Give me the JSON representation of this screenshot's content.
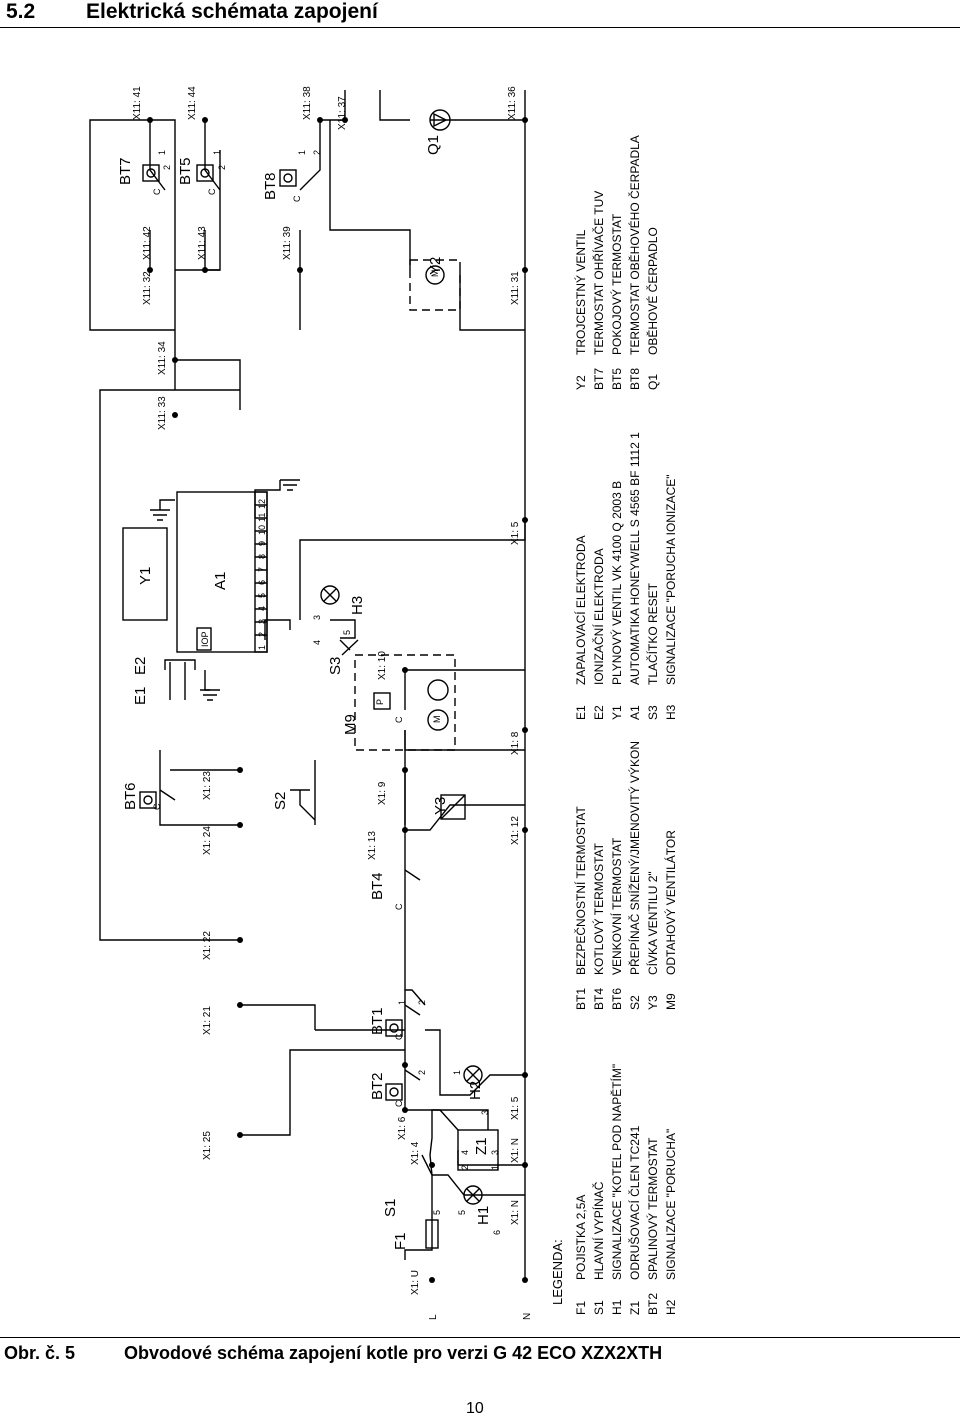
{
  "header": {
    "section_number": "5.2",
    "section_title": "Elektrická schémata zapojení"
  },
  "legend_title": "LEGENDA:",
  "legend": {
    "col1": [
      {
        "code": "F1",
        "text": "POJISTKA 2,5A"
      },
      {
        "code": "S1",
        "text": "HLAVNÍ VYPÍNAČ"
      },
      {
        "code": "H1",
        "text": "SIGNALIZACE \"KOTEL POD NAPĚTÍM\""
      },
      {
        "code": "Z1",
        "text": "ODRUŠOVACÍ ČLEN TC241"
      },
      {
        "code": "BT2",
        "text": "SPALINOVÝ TERMOSTAT"
      },
      {
        "code": "H2",
        "text": "SIGNALIZACE \"PORUCHA\""
      }
    ],
    "col2": [
      {
        "code": "BT1",
        "text": "BEZPEČNOSTNÍ TERMOSTAT"
      },
      {
        "code": "BT4",
        "text": "KOTLOVÝ TERMOSTAT"
      },
      {
        "code": "BT6",
        "text": "VENKOVNÍ TERMOSTAT"
      },
      {
        "code": "S2",
        "text": "PŘEPÍNAČ SNÍŽENÝ/JMENOVITÝ VÝKON"
      },
      {
        "code": "Y3",
        "text": "CÍVKA VENTILU 2\""
      },
      {
        "code": "M9",
        "text": "ODTAHOVÝ VENTILÁTOR"
      }
    ],
    "col3": [
      {
        "code": "E1",
        "text": "ZAPALOVACÍ ELEKTRODA"
      },
      {
        "code": "E2",
        "text": "IONIZAČNÍ ELEKTRODA"
      },
      {
        "code": "Y1",
        "text": "PLYNOVÝ VENTIL VK 4100 Q 2003 B"
      },
      {
        "code": "A1",
        "text": "AUTOMATIKA HONEYWELL S 4565 BF 1112 1"
      },
      {
        "code": "S3",
        "text": "TLAČÍTKO RESET"
      },
      {
        "code": "H3",
        "text": "SIGNALIZACE \"PORUCHA IONIZACE\""
      }
    ],
    "col4": [
      {
        "code": "Y2",
        "text": "TROJCESTNÝ VENTIL"
      },
      {
        "code": "BT7",
        "text": "TERMOSTAT OHŘÍVAČE TUV"
      },
      {
        "code": "BT5",
        "text": "POKOJOVÝ TERMOSTAT"
      },
      {
        "code": "BT8",
        "text": "TERMOSTAT OBĚHOVÉHO ČERPADLA"
      },
      {
        "code": "Q1",
        "text": "OBĚHOVÉ ČERPADLO"
      }
    ]
  },
  "components": {
    "F1": "F1",
    "S1": "S1",
    "H1": "H1",
    "Z1": "Z1",
    "BT2": "BT2",
    "BT1": "BT1",
    "H2": "H2",
    "BT4": "BT4",
    "BT6": "BT6",
    "S2": "S2",
    "Y3": "Y3",
    "M9": "M9",
    "E1": "E1",
    "E2": "E2",
    "Y1": "Y1",
    "A1": "A1",
    "S3": "S3",
    "H3": "H3",
    "Y2": "Y2",
    "BT7": "BT7",
    "BT5": "BT5",
    "BT8": "BT8",
    "Q1": "Q1"
  },
  "lines": {
    "L": "L",
    "N": "N"
  },
  "terminals": {
    "u": "X1: U",
    "n1": "X1: N",
    "n2": "X1: N",
    "t4": "X1: 4",
    "t6": "X1: 6",
    "t25": "X1: 25",
    "t5a": "X1: 5",
    "t21": "X1: 21",
    "t22": "X1: 22",
    "t13": "X1: 13",
    "t12": "X1: 12",
    "t24": "X1: 24",
    "t23": "X1: 23",
    "t9": "X1: 9",
    "t8": "X1: 8",
    "t10": "X1: 10",
    "t5b": "X1: 5",
    "t33": "X11: 33",
    "t34": "X11: 34",
    "t31": "X11: 31",
    "t32": "X11: 32",
    "t42": "X11: 42",
    "t41": "X11: 41",
    "t43": "X11: 43",
    "t44": "X11: 44",
    "t39": "X11: 39",
    "t38": "X11: 38",
    "t37": "X11: 37",
    "t36": "X11: 36"
  },
  "pins": [
    "1",
    "2",
    "3",
    "4",
    "5",
    "6",
    "7",
    "8",
    "9",
    "10",
    "11",
    "12"
  ],
  "labels": {
    "iop": "IOP",
    "c": "C",
    "p": "P",
    "motor": "M",
    "one": "1",
    "two": "2",
    "three": "3",
    "four": "4",
    "five": "5",
    "six": "6"
  },
  "caption": {
    "label": "Obr. č. 5",
    "text": "Obvodové schéma zapojení kotle pro verzi G 42 ECO XZX2XTH"
  },
  "page_number": "10"
}
